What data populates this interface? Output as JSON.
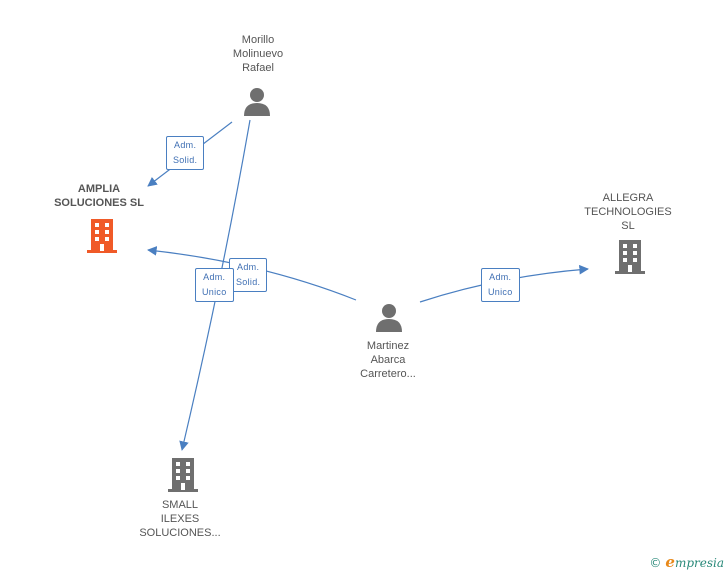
{
  "nodes": {
    "morillo": {
      "lines": [
        "Morillo",
        "Molinuevo",
        "Rafael"
      ],
      "type": "person"
    },
    "amplia": {
      "lines": [
        "AMPLIA",
        "SOLUCIONES SL"
      ],
      "type": "company-focus"
    },
    "allegra": {
      "lines": [
        "ALLEGRA",
        "TECHNOLOGIES",
        "SL"
      ],
      "type": "company"
    },
    "martinez": {
      "lines": [
        "Martinez",
        "Abarca",
        "Carretero..."
      ],
      "type": "person"
    },
    "small": {
      "lines": [
        "SMALL",
        "ILEXES",
        "SOLUCIONES..."
      ],
      "type": "company"
    }
  },
  "edges": {
    "morillo_amplia": {
      "lines": [
        "Adm.",
        "Solid."
      ]
    },
    "morillo_small": {
      "lines": [
        "Adm.",
        "Unico"
      ]
    },
    "martinez_amplia": {
      "lines": [
        "Adm.",
        "Solid."
      ]
    },
    "martinez_allegra": {
      "lines": [
        "Adm.",
        "Unico"
      ]
    }
  },
  "colors": {
    "edge": "#4a7fc1",
    "person": "#6f6f6f",
    "company": "#6f6f6f",
    "focus": "#f05a28"
  },
  "watermark": {
    "copyright": "©",
    "brand_initial": "e",
    "brand_rest": "mpresia"
  }
}
